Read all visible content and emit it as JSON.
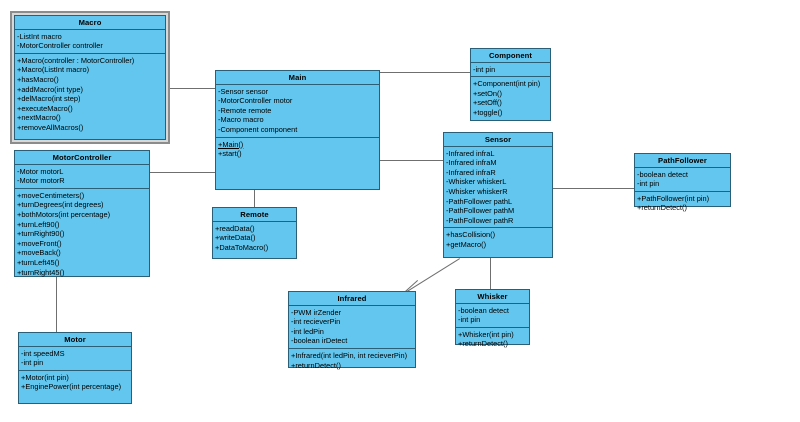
{
  "diagram": {
    "type": "uml-class-diagram",
    "background": "#ffffff",
    "class_fill": "#62c6ee",
    "class_border": "#2b5f78",
    "connector_color": "#6f6f6f",
    "selection_border": "#8c8c8c"
  },
  "classes": {
    "macro": {
      "name": "Macro",
      "selected": true,
      "attributes": [
        "-ListInt macro",
        "-MotorController controller"
      ],
      "methods": [
        "+Macro(controller : MotorController)",
        "+Macro(ListInt macro)",
        "+hasMacro()",
        "+addMacro(int type)",
        "+delMacro(int step)",
        "+executeMacro()",
        "+nextMacro()",
        "+removeAllMacros()"
      ]
    },
    "motorcontroller": {
      "name": "MotorController",
      "selected": false,
      "attributes": [
        "-Motor motorL",
        "-Motor motorR"
      ],
      "methods": [
        "+moveCentimeters()",
        "+turnDegrees(int degrees)",
        "+bothMotors(int percentage)",
        "+turnLeft90()",
        "+turnRight90()",
        "+moveFront()",
        "+moveBack()",
        "+turnLeft45()",
        "+turnRight45()"
      ]
    },
    "motor": {
      "name": "Motor",
      "selected": false,
      "attributes": [
        "-int speedMS",
        "-int pin"
      ],
      "methods": [
        "+Motor(int pin)",
        "+EnginePower(int percentage)"
      ]
    },
    "main": {
      "name": "Main",
      "selected": false,
      "attributes": [
        "-Sensor sensor",
        "-MotorController motor",
        "-Remote remote",
        "-Macro macro",
        "-Component component"
      ],
      "methods": [
        "+Main()",
        "+start()"
      ],
      "static_methods": [
        "+Main()"
      ]
    },
    "remote": {
      "name": "Remote",
      "selected": false,
      "attributes": [],
      "methods": [
        "+readData()",
        "+writeData()",
        "+DataToMacro()"
      ]
    },
    "component": {
      "name": "Component",
      "selected": false,
      "attributes": [
        "-int pin"
      ],
      "methods": [
        "+Component(int pin)",
        "+setOn()",
        "+setOff()",
        "+toggle()"
      ]
    },
    "sensor": {
      "name": "Sensor",
      "selected": false,
      "attributes": [
        "-Infrared infraL",
        "-Infrared infraM",
        "-Infrared infraR",
        "-Whisker whiskerL",
        "-Whisker whiskerR",
        "-PathFollower pathL",
        "-PathFollower pathM",
        "-PathFollower pathR"
      ],
      "methods": [
        "+hasCollision()",
        "+getMacro()"
      ]
    },
    "pathfollower": {
      "name": "PathFollower",
      "selected": false,
      "attributes": [
        "-boolean detect",
        "-int pin"
      ],
      "methods": [
        "+PathFollower(int pin)",
        "+returnDetect()"
      ]
    },
    "infrared": {
      "name": "Infrared",
      "selected": false,
      "attributes": [
        "-PWM irZender",
        "-int recieverPin",
        "-int ledPin",
        "-boolean irDetect"
      ],
      "methods": [
        "+Infrared(int ledPin, int recieverPin)",
        "+returnDetect()"
      ]
    },
    "whisker": {
      "name": "Whisker",
      "selected": false,
      "attributes": [
        "-boolean detect",
        "-int pin"
      ],
      "methods": [
        "+Whisker(int pin)",
        "+returnDetect()"
      ]
    }
  }
}
